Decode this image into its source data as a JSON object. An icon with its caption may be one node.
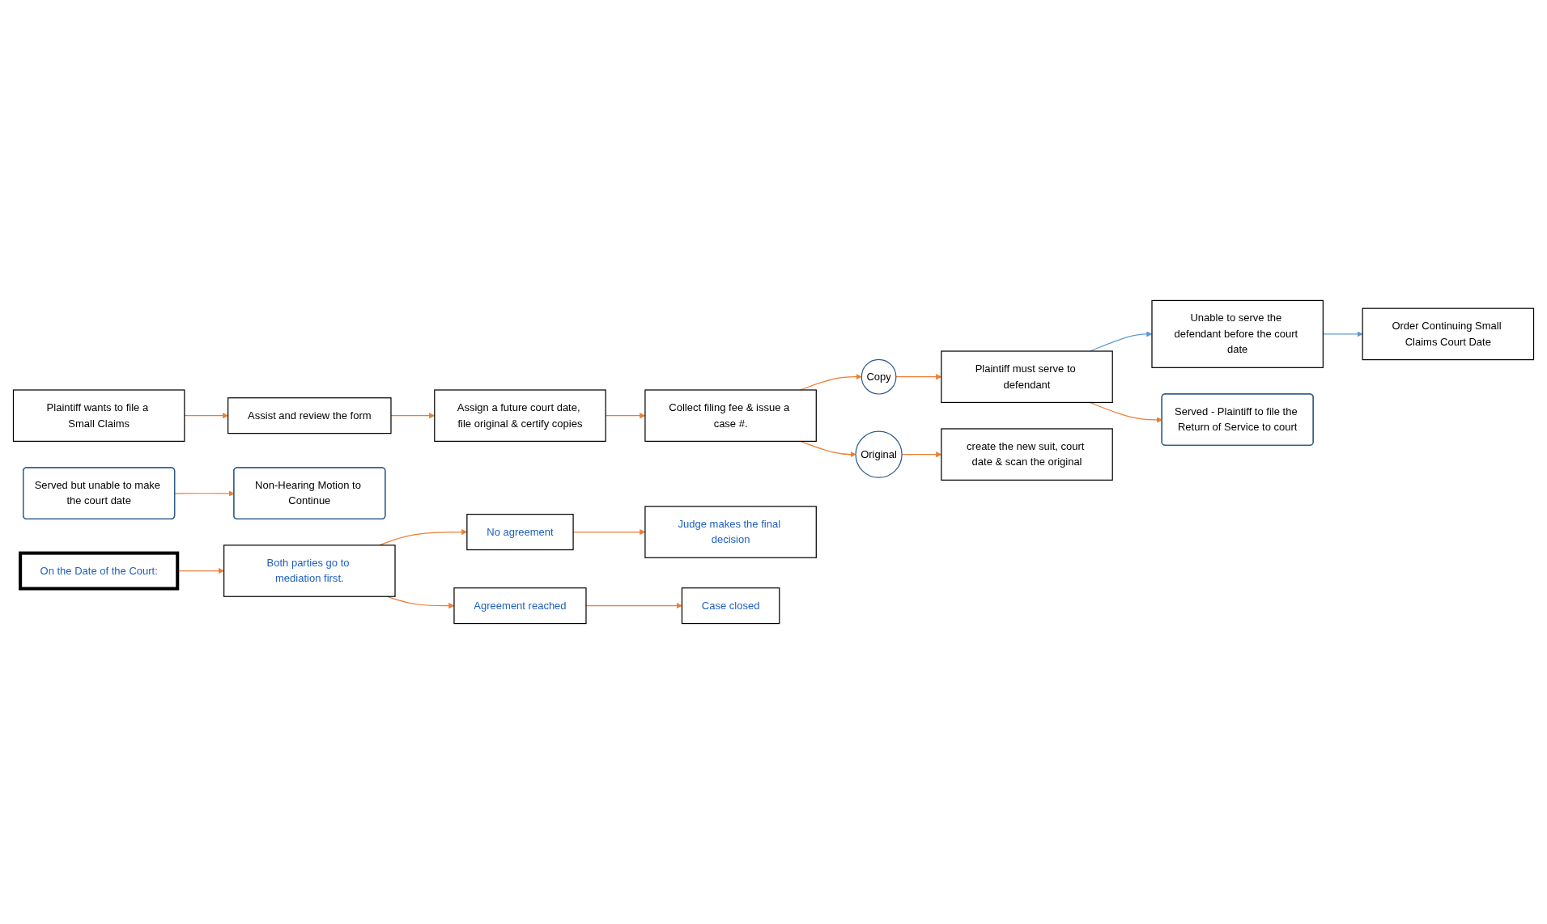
{
  "diagram": {
    "nodes": [
      {
        "text": [
          "Plaintiff wants to file a Small Claims"
        ]
      },
      {
        "text": [
          "Assist and review the form"
        ]
      },
      {
        "text": [
          "Assign a future court date, file original & certify copies"
        ]
      },
      {
        "text": [
          "Collect filing fee & issue a case #."
        ]
      },
      {
        "text": [
          "Original"
        ]
      },
      {
        "text": [
          "Plaintiff must serve to defendant"
        ]
      },
      {
        "text": [
          "Copy"
        ]
      },
      {
        "text": [
          "Unable to serve the defendant before the court date"
        ]
      },
      {
        "text": [
          "Served - Plaintiff to file the Return of Service to court"
        ]
      },
      {
        "text": [
          "create the new suit, court date & scan the original"
        ]
      },
      {
        "text": [
          "Served but unable to make the court date"
        ]
      },
      {
        "text": [
          "Non-Hearing Motion to Continue"
        ]
      },
      {
        "text": [
          "Order Continuing Small Claims Court Date"
        ]
      },
      {
        "text": [
          "No agreement"
        ]
      },
      {
        "text": [
          "Judge makes the final decision"
        ]
      },
      {
        "text": [
          "On the Date of the Court:"
        ]
      },
      {
        "text": [
          "Both parties go to mediation first."
        ]
      },
      {
        "text": [
          "Agreement reached"
        ]
      },
      {
        "text": [
          "Case closed"
        ]
      }
    ],
    "edges": [
      {
        "from": 0,
        "to": 1,
        "arrow": "to"
      },
      {
        "from": 1,
        "to": 2,
        "arrow": "to"
      },
      {
        "from": 2,
        "to": 3,
        "arrow": "to"
      },
      {
        "from": 3,
        "to": 4,
        "arrow": "to"
      },
      {
        "from": 3,
        "to": 6,
        "arrow": "to"
      },
      {
        "from": 6,
        "to": 5,
        "arrow": "to"
      },
      {
        "from": 4,
        "to": 9,
        "arrow": "to"
      },
      {
        "from": 5,
        "to": 7,
        "arrow": "to",
        "color": "#5b9bd5"
      },
      {
        "from": 5,
        "to": 8,
        "arrow": "to"
      },
      {
        "from": 7,
        "to": 12,
        "arrow": "to",
        "color": "#5b9bd5"
      },
      {
        "from": 10,
        "to": 11,
        "arrow": "to"
      },
      {
        "from": 15,
        "to": 16,
        "arrow": "to"
      },
      {
        "from": 16,
        "to": 13,
        "arrow": "to"
      },
      {
        "from": 16,
        "to": 17,
        "arrow": "to"
      },
      {
        "from": 13,
        "to": 14,
        "arrow": "to"
      },
      {
        "from": 17,
        "to": 18,
        "arrow": "to"
      }
    ]
  }
}
